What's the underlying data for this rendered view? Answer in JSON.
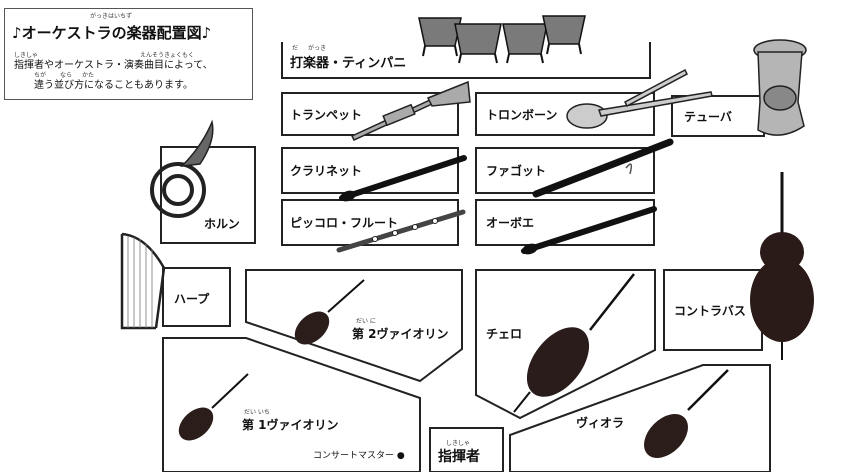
{
  "title": {
    "main": "♪オーケストラの楽器配置図♪",
    "main_ruby": "がっきはいちず",
    "sub1": "指揮者やオーケストラ・演奏曲目によって、",
    "sub1_ruby_a": "しきしゃ",
    "sub1_ruby_b": "えんそうきょくもく",
    "sub2": "違う並び方になることもあります。",
    "sub2_ruby_a": "ちが",
    "sub2_ruby_b": "なら",
    "sub2_ruby_c": "かた"
  },
  "sections": {
    "percussion": {
      "label": "打楽器・ティンパニ",
      "ruby_a": "だ",
      "ruby_b": "がっき"
    },
    "trumpet": {
      "label": "トランペット"
    },
    "trombone": {
      "label": "トロンボーン"
    },
    "tuba": {
      "label": "テューバ"
    },
    "clarinet": {
      "label": "クラリネット"
    },
    "bassoon": {
      "label": "ファゴット"
    },
    "flute": {
      "label": "ピッコロ・フルート"
    },
    "oboe": {
      "label": "オーボエ"
    },
    "horn": {
      "label": "ホルン"
    },
    "harp": {
      "label": "ハープ"
    },
    "violin2": {
      "label": "第 2ヴァイオリン",
      "ruby": "だい に"
    },
    "cello": {
      "label": "チェロ"
    },
    "contrabass": {
      "label": "コントラバス"
    },
    "violin1": {
      "label": "第 1ヴァイオリン",
      "ruby": "だい いち"
    },
    "viola": {
      "label": "ヴィオラ"
    },
    "conductor": {
      "label": "指揮者",
      "ruby": "しきしゃ"
    },
    "concertmaster": {
      "label": "コンサートマスター ●"
    }
  },
  "icons": [
    "timpani-icon",
    "trumpet-icon",
    "trombone-icon",
    "tuba-icon",
    "clarinet-icon",
    "bassoon-icon",
    "flute-icon",
    "oboe-icon",
    "horn-icon",
    "harp-icon",
    "violin-icon",
    "cello-icon",
    "contrabass-icon",
    "viola-icon"
  ]
}
